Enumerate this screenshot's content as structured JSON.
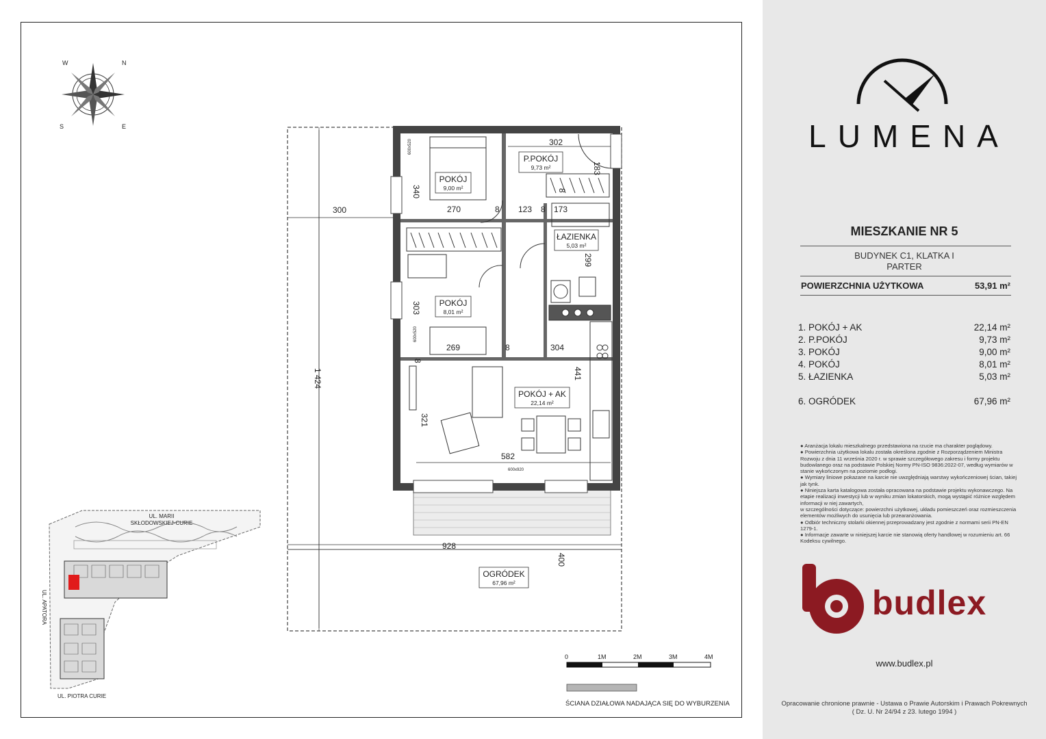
{
  "brand": {
    "project_name": "LUMENA",
    "developer": "budlex",
    "website": "www.budlex.pl"
  },
  "apartment": {
    "title": "MIESZKANIE NR 5",
    "building": "BUDYNEK C1, KLATKA I",
    "floor": "PARTER",
    "usable_area_label": "POWIERZCHNIA UŻYTKOWA",
    "usable_area_value": "53,91 m²"
  },
  "rooms": [
    {
      "label": "1. POKÓJ + AK",
      "area": "22,14 m²"
    },
    {
      "label": "2. P.POKÓJ",
      "area": "9,73 m²"
    },
    {
      "label": "3. POKÓJ",
      "area": "9,00 m²"
    },
    {
      "label": "4. POKÓJ",
      "area": "8,01 m²"
    },
    {
      "label": "5. ŁAZIENKA",
      "area": "5,03 m²"
    }
  ],
  "garden": {
    "label": "6. OGRÓDEK",
    "area": "67,96 m²"
  },
  "notes": [
    "● Aranżacja lokalu mieszkalnego przedstawiona na rzucie ma charakter poglądowy.",
    "● Powierzchnia użytkowa lokalu została określona zgodnie z Rozporządzeniem Ministra Rozwoju z dnia 11 września 2020 r. w sprawie szczegółowego zakresu i formy projektu budowlanego oraz na podstawie Polskiej Normy PN-ISO 9836:2022-07, według wymiarów w stanie wykończonym na poziomie podłogi.",
    "● Wymiary liniowe pokazane na karcie nie uwzględniają warstwy wykończeniowej ścian, takiej jak tynk.",
    "● Niniejsza karta katalogowa została opracowana na podstawie projektu wykonawczego. Na etapie realizacji inwestycji lub w wyniku zmian lokatorskich, mogą wystąpić różnice względem informacji w niej zawartych,",
    "w szczególności dotyczące: powierzchni użytkowej, układu pomieszczeń oraz rozmieszczenia elementów możliwych do usunięcia lub przearanżowania.",
    "● Odbiór techniczny stolarki okiennej przeprowadzany jest zgodnie z normami serii PN-EN 1279-1.",
    "● Informacje zawarte w niniejszej karcie nie stanowią oferty handlowej w rozumieniu art. 66 Kodeksu cywilnego."
  ],
  "copyright": {
    "line1": "Opracowanie chronione prawnie - Ustawa o Prawie Autorskim i Prawach Pokrewnych",
    "line2": "( Dz. U. Nr 24/94 z 23. lutego 1994 )"
  },
  "plan": {
    "room_labels": [
      {
        "name": "POKÓJ",
        "area": "9,00 m²"
      },
      {
        "name": "P.POKÓJ",
        "area": "9,73 m²"
      },
      {
        "name": "ŁAZIENKA",
        "area": "5,03 m²"
      },
      {
        "name": "POKÓJ",
        "area": "8,01 m²"
      },
      {
        "name": "POKÓJ + AK",
        "area": "22,14 m²"
      },
      {
        "name": "OGRÓDEK",
        "area": "67,96 m²"
      }
    ],
    "dimensions": [
      "302",
      "183",
      "340",
      "300",
      "270",
      "8",
      "123",
      "8",
      "173",
      "299",
      "303",
      "269",
      "8",
      "304",
      "441",
      "321",
      "582",
      "1 424",
      "928",
      "400",
      "8",
      "8"
    ],
    "window_sizes": [
      "600x520",
      "600x520",
      "600x920"
    ],
    "compass": [
      "W",
      "N",
      "S",
      "E"
    ],
    "site_streets": [
      "UL. MARII",
      "SKŁODOWSKIEJ-CURIE",
      "UL. APATORA",
      "UL. PIOTRA CURIE"
    ],
    "scale_labels": [
      "0",
      "1M",
      "2M",
      "3M",
      "4M"
    ],
    "legend": "ŚCIANA DZIAŁOWA NADAJĄCA SIĘ DO WYBURZENIA"
  },
  "colors": {
    "brand_red": "#8c1a22",
    "sidebar_bg": "#e8e8e8",
    "wall": "#444444",
    "highlight": "#e11b1b"
  }
}
